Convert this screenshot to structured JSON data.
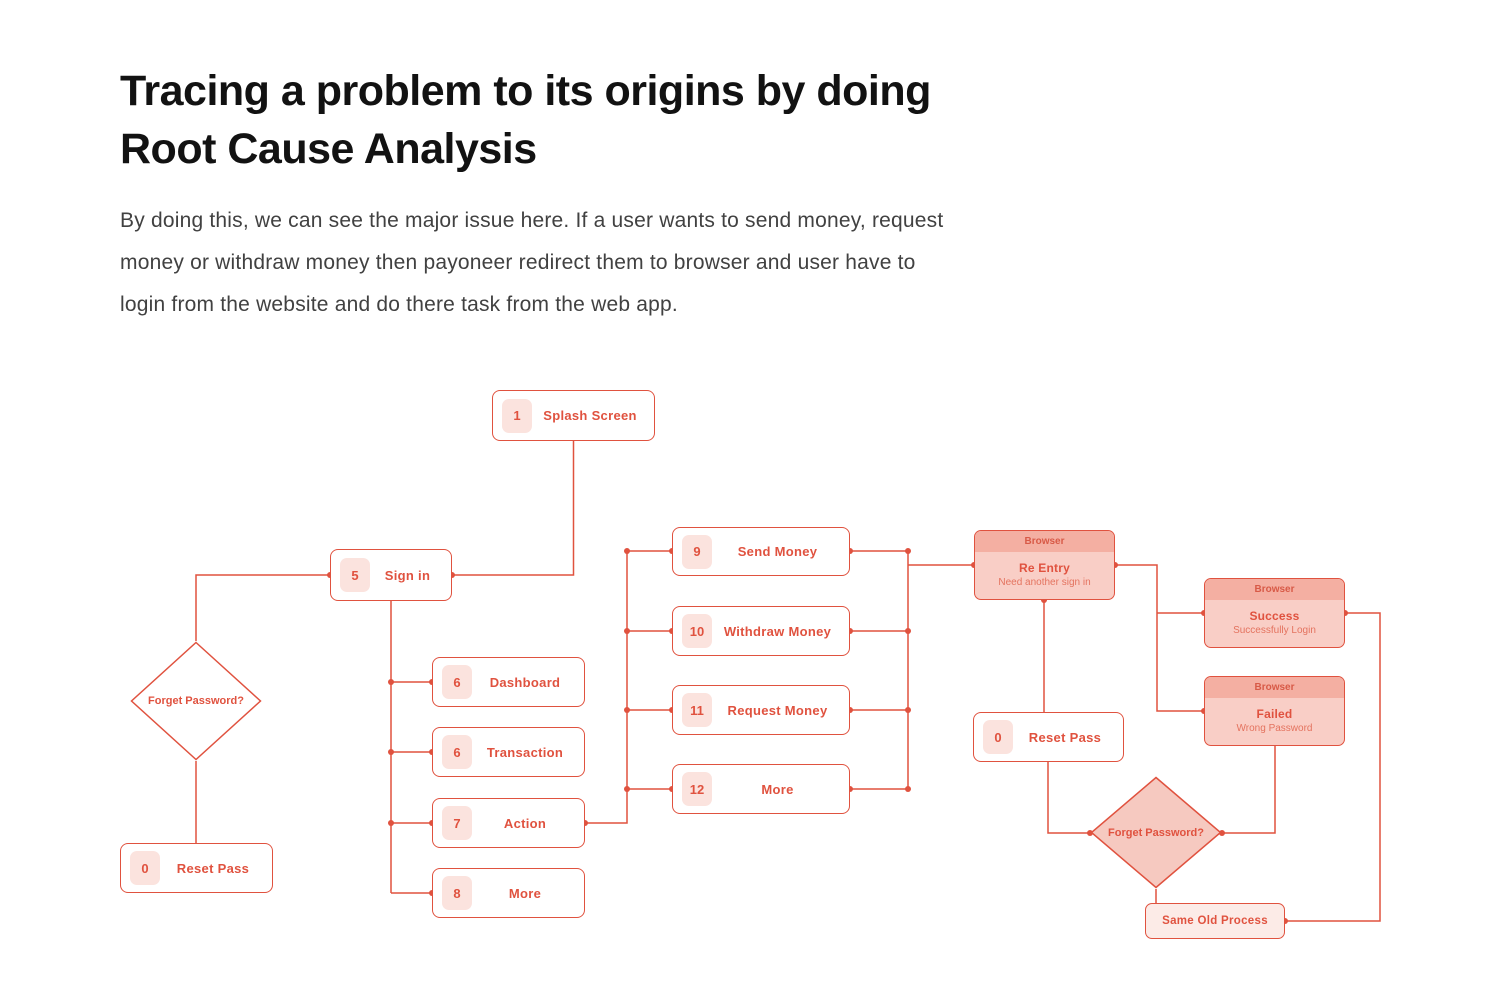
{
  "page": {
    "title_lines": [
      "Tracing a problem to its origins by doing",
      "Root Cause Analysis"
    ],
    "paragraph_lines": [
      "By doing this, we can see the major issue here. If a user wants to send money, request",
      "money or withdraw money then payoneer redirect them to browser and user have to",
      "login from the website and do there task from the web app."
    ]
  },
  "colors": {
    "accent": "#E0523F",
    "badge-bg": "#FBE3DE",
    "panel-header-bg": "#F4AFA2",
    "panel-body-bg": "#F9CEC6",
    "diamond-fill": "#F6C9C0",
    "pill-bg": "#FCEBE7",
    "title-color": "#121212",
    "body-text": "#414141"
  },
  "flow": {
    "nodes": {
      "splash": {
        "badge": "1",
        "label": "Splash Screen"
      },
      "signin": {
        "badge": "5",
        "label": "Sign in"
      },
      "forget_left": {
        "label": "Forget Password?"
      },
      "reset_left": {
        "badge": "0",
        "label": "Reset Pass"
      },
      "dashboard": {
        "badge": "6",
        "label": "Dashboard"
      },
      "transaction": {
        "badge": "6",
        "label": "Transaction"
      },
      "action": {
        "badge": "7",
        "label": "Action"
      },
      "more_nav": {
        "badge": "8",
        "label": "More"
      },
      "send_money": {
        "badge": "9",
        "label": "Send Money"
      },
      "withdraw_money": {
        "badge": "10",
        "label": "Withdraw Money"
      },
      "request_money": {
        "badge": "11",
        "label": "Request Money"
      },
      "more_actions": {
        "badge": "12",
        "label": "More"
      },
      "browser_reentry": {
        "header": "Browser",
        "title": "Re Entry",
        "subtitle": "Need another sign in"
      },
      "browser_success": {
        "header": "Browser",
        "title": "Success",
        "subtitle": "Successfully Login"
      },
      "browser_failed": {
        "header": "Browser",
        "title": "Failed",
        "subtitle": "Wrong Password"
      },
      "reset_right": {
        "badge": "0",
        "label": "Reset Pass"
      },
      "forget_right": {
        "label": "Forget Password?"
      },
      "same_old": {
        "label": "Same Old Process"
      }
    }
  }
}
